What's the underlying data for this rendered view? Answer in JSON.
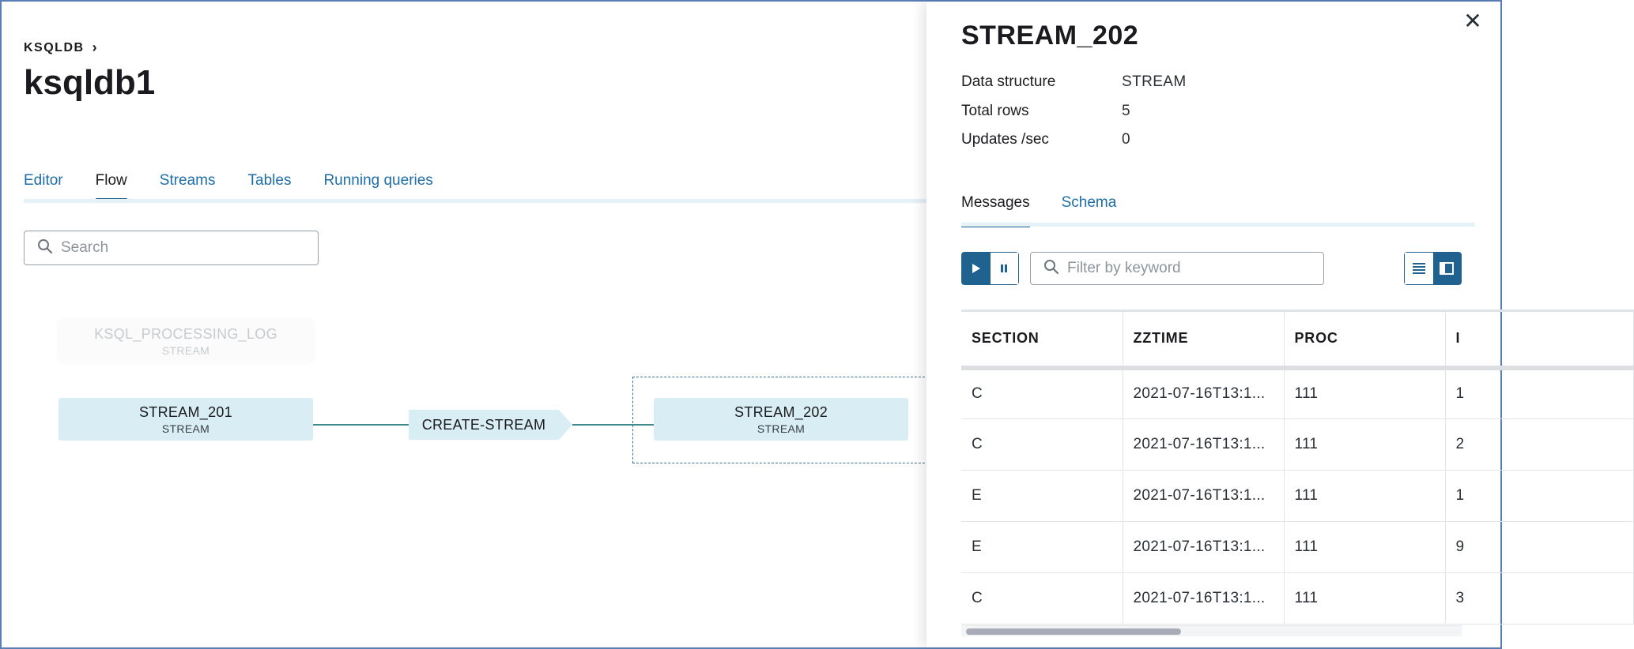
{
  "breadcrumb": {
    "parent": "KSQLDB"
  },
  "page": {
    "title": "ksqldb1"
  },
  "tabs": [
    {
      "label": "Editor",
      "active": false
    },
    {
      "label": "Flow",
      "active": true
    },
    {
      "label": "Streams",
      "active": false
    },
    {
      "label": "Tables",
      "active": false
    },
    {
      "label": "Running queries",
      "active": false
    }
  ],
  "search": {
    "placeholder": "Search",
    "value": ""
  },
  "flow": {
    "nodes": [
      {
        "name": "KSQL_PROCESSING_LOG",
        "type": "STREAM",
        "state": "faded"
      },
      {
        "name": "STREAM_201",
        "type": "STREAM",
        "state": "normal"
      },
      {
        "name": "STREAM_202",
        "type": "STREAM",
        "state": "selected"
      }
    ],
    "query": {
      "label": "CREATE-STREAM"
    }
  },
  "drawer": {
    "title": "STREAM_202",
    "properties": [
      {
        "key": "Data structure",
        "value": "STREAM"
      },
      {
        "key": "Total rows",
        "value": "5"
      },
      {
        "key": "Updates /sec",
        "value": "0"
      }
    ],
    "tabs": [
      {
        "label": "Messages",
        "active": true
      },
      {
        "label": "Schema",
        "active": false
      }
    ],
    "filter": {
      "placeholder": "Filter by keyword",
      "value": ""
    },
    "table": {
      "columns": [
        "SECTION",
        "ZZTIME",
        "PROC",
        "I"
      ],
      "rows": [
        [
          "C",
          "2021-07-16T13:1...",
          "111",
          "1"
        ],
        [
          "C",
          "2021-07-16T13:1...",
          "111",
          "2"
        ],
        [
          "E",
          "2021-07-16T13:1...",
          "111",
          "1"
        ],
        [
          "E",
          "2021-07-16T13:1...",
          "111",
          "9"
        ],
        [
          "C",
          "2021-07-16T13:1...",
          "111",
          "3"
        ]
      ]
    },
    "icons": {
      "close": "close-icon",
      "play": "play-icon",
      "pause": "pause-icon",
      "filter": "search-icon",
      "list_view": "list-view-icon",
      "split_view": "split-view-icon"
    }
  },
  "colors": {
    "accent": "#20628f",
    "link": "#1d6ea8",
    "node_fill": "#d8edf4",
    "edge": "#3f8a8c"
  }
}
